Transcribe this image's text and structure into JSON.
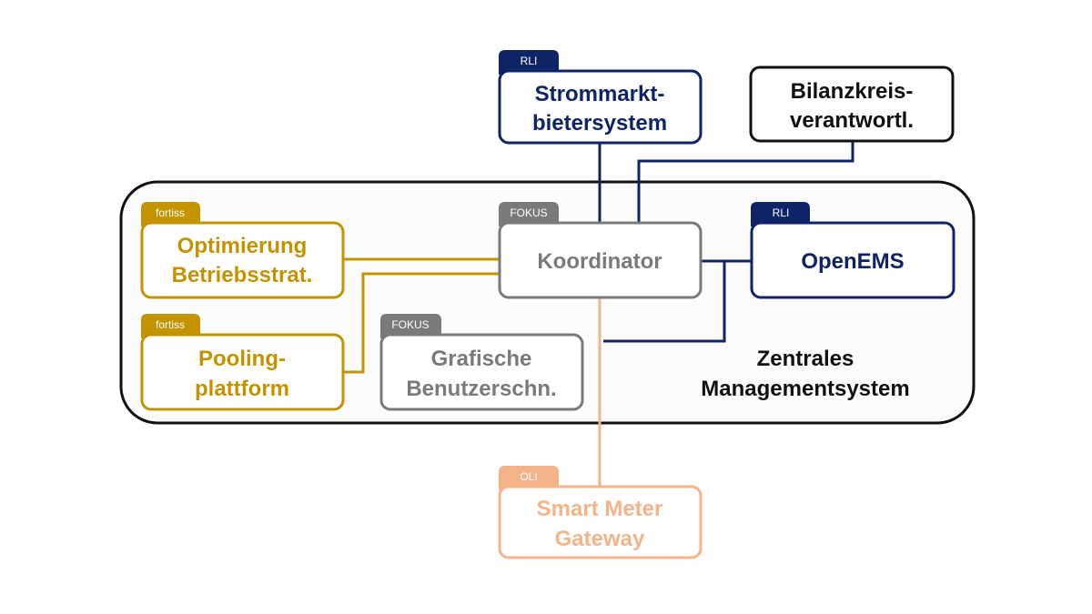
{
  "colors": {
    "navy": "#0f2466",
    "black": "#111111",
    "gold": "#c39300",
    "gray": "#7a7a7a",
    "peach": "#f4b48a"
  },
  "container": {
    "title_line1": "Zentrales",
    "title_line2": "Managementsystem"
  },
  "boxes": {
    "strommarkt": {
      "tag": "RLI",
      "line1": "Strommarkt-",
      "line2": "bietersystem"
    },
    "bilanzkreis": {
      "line1": "Bilanzkreis-",
      "line2": "verantwortl."
    },
    "koordinator": {
      "tag": "FOKUS",
      "line1": "Koordinator"
    },
    "openems": {
      "tag": "RLI",
      "line1": "OpenEMS"
    },
    "optimierung": {
      "tag": "fortiss",
      "line1": "Optimierung",
      "line2": "Betriebsstrat."
    },
    "pooling": {
      "tag": "fortiss",
      "line1": "Pooling-",
      "line2": "plattform"
    },
    "grafische": {
      "tag": "FOKUS",
      "line1": "Grafische",
      "line2": "Benutzerschn."
    },
    "smartmeter": {
      "tag": "OLI",
      "line1": "Smart Meter",
      "line2": "Gateway"
    }
  }
}
